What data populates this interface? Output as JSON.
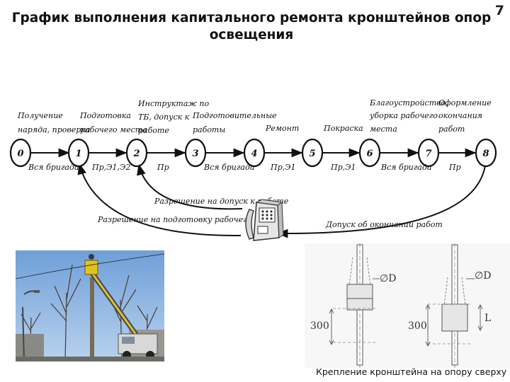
{
  "title": "График выполнения капитального ремонта кронштейнов опор освещения",
  "page_number": "7",
  "diagram": {
    "nodes": [
      "0",
      "1",
      "2",
      "3",
      "4",
      "5",
      "6",
      "7",
      "8"
    ],
    "activities": [
      {
        "above": [
          "Получение",
          "наряда, проверка"
        ],
        "below": "Вся бригада"
      },
      {
        "above": [
          "Подготовка",
          "рабочего места"
        ],
        "below": "Пр,Э1,Э2"
      },
      {
        "above": [
          "Инструктаж по",
          "ТБ, допуск к",
          "работе"
        ],
        "below": "Пр"
      },
      {
        "above": [
          "Подготовительные",
          "работы"
        ],
        "below": "Вся бригада"
      },
      {
        "above": [
          "Ремонт"
        ],
        "below": "Пр,Э1"
      },
      {
        "above": [
          "Покраска"
        ],
        "below": "Пр,Э1"
      },
      {
        "above": [
          "Благоустройство,",
          "уборка рабочего",
          "места"
        ],
        "below": "Вся бригада"
      },
      {
        "above": [
          "Оформление",
          "окончания",
          "работ"
        ],
        "below": "Пр"
      }
    ],
    "phone_links": {
      "permit_access": "Разрешение на допуск к работе",
      "permit_preparation": "Разрешение на подготовку рабочего места",
      "completion_access": "Допуск об окончании работ"
    }
  },
  "bracket_drawing": {
    "dimension_300": "300",
    "diameter_label": "∅D",
    "length_label": "L"
  },
  "caption": "Крепление кронштейна на опору сверху"
}
